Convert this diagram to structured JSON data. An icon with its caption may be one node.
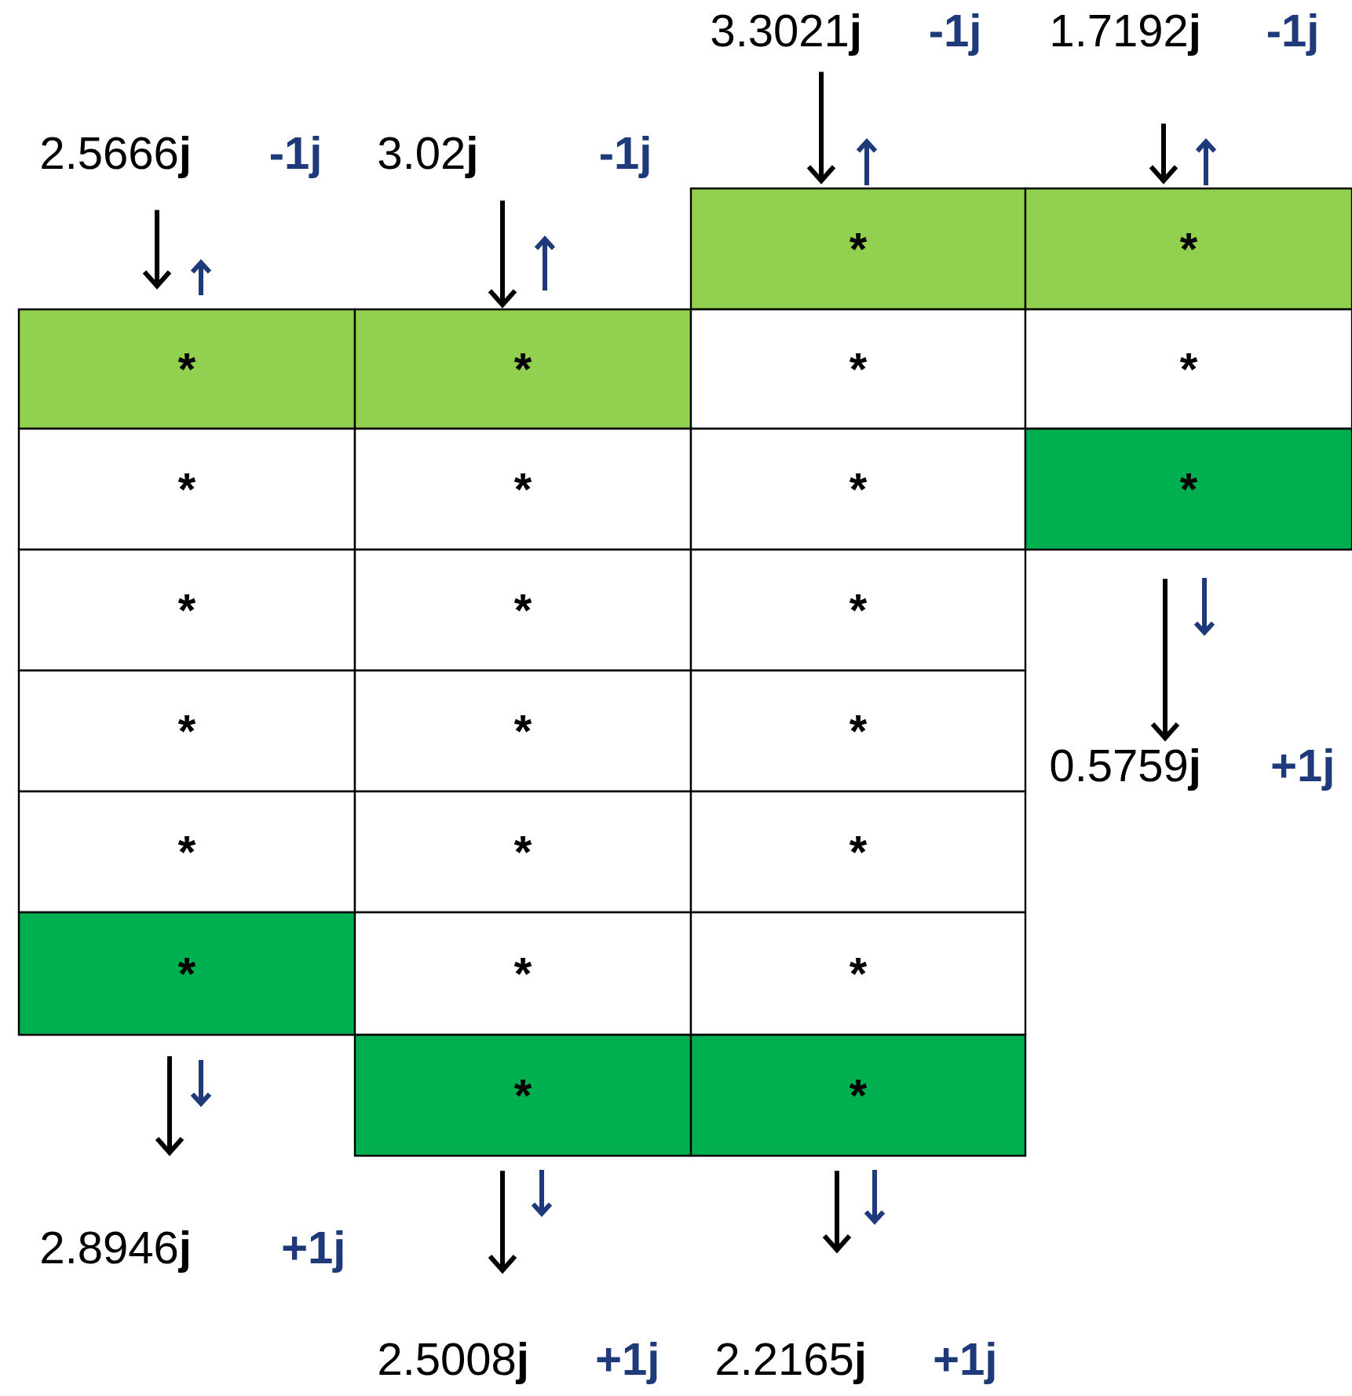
{
  "diagram": {
    "nodes": [
      {
        "text": [
          "3.3021**j**",
          "-1j"
        ]
      },
      {
        "text": [
          "1.7192**j**",
          "-1j"
        ]
      },
      {
        "text": [
          "2.5666**j**",
          "-1j"
        ]
      },
      {
        "text": [
          "3.02**j**",
          "-1j"
        ]
      },
      {
        "text": [
          "*"
        ]
      },
      {
        "text": [
          "*"
        ]
      },
      {
        "text": [
          "*"
        ]
      },
      {
        "text": [
          "*"
        ]
      },
      {
        "text": [
          "*"
        ]
      },
      {
        "text": [
          "*"
        ]
      },
      {
        "text": [
          "*"
        ]
      },
      {
        "text": [
          "*"
        ]
      },
      {
        "text": [
          "*"
        ]
      },
      {
        "text": [
          "*"
        ]
      },
      {
        "text": [
          "*"
        ]
      },
      {
        "text": [
          "*"
        ]
      },
      {
        "text": [
          "*"
        ]
      },
      {
        "text": [
          "*"
        ]
      },
      {
        "text": [
          "*"
        ]
      },
      {
        "text": [
          "*"
        ]
      },
      {
        "text": [
          "*"
        ]
      },
      {
        "text": [
          "*"
        ]
      },
      {
        "text": [
          "*"
        ]
      },
      {
        "text": [
          "*"
        ]
      },
      {
        "text": [
          "*"
        ]
      },
      {
        "text": [
          "*"
        ]
      },
      {
        "text": [
          "*"
        ]
      },
      {
        "text": [
          "*"
        ]
      },
      {
        "text": [
          "0.5759**j**",
          "+1j"
        ]
      },
      {
        "text": [
          "2.8946**j**",
          "+1j"
        ]
      },
      {
        "text": [
          "2.5008**j**",
          "+1j"
        ]
      },
      {
        "text": [
          "2.2165**j**",
          "+1j"
        ]
      }
    ],
    "edges": [
      {
        "from": 0,
        "to": 17,
        "arrow": "to"
      },
      {
        "from": 1,
        "to": 25,
        "arrow": "to"
      },
      {
        "from": 2,
        "to": 4,
        "arrow": "to"
      },
      {
        "from": 3,
        "to": 10,
        "arrow": "to"
      },
      {
        "from": 27,
        "to": 28,
        "arrow": "to"
      },
      {
        "from": 9,
        "to": 29,
        "arrow": "to"
      },
      {
        "from": 16,
        "to": 30,
        "arrow": "to"
      },
      {
        "from": 24,
        "to": 31,
        "arrow": "to"
      }
    ]
  }
}
